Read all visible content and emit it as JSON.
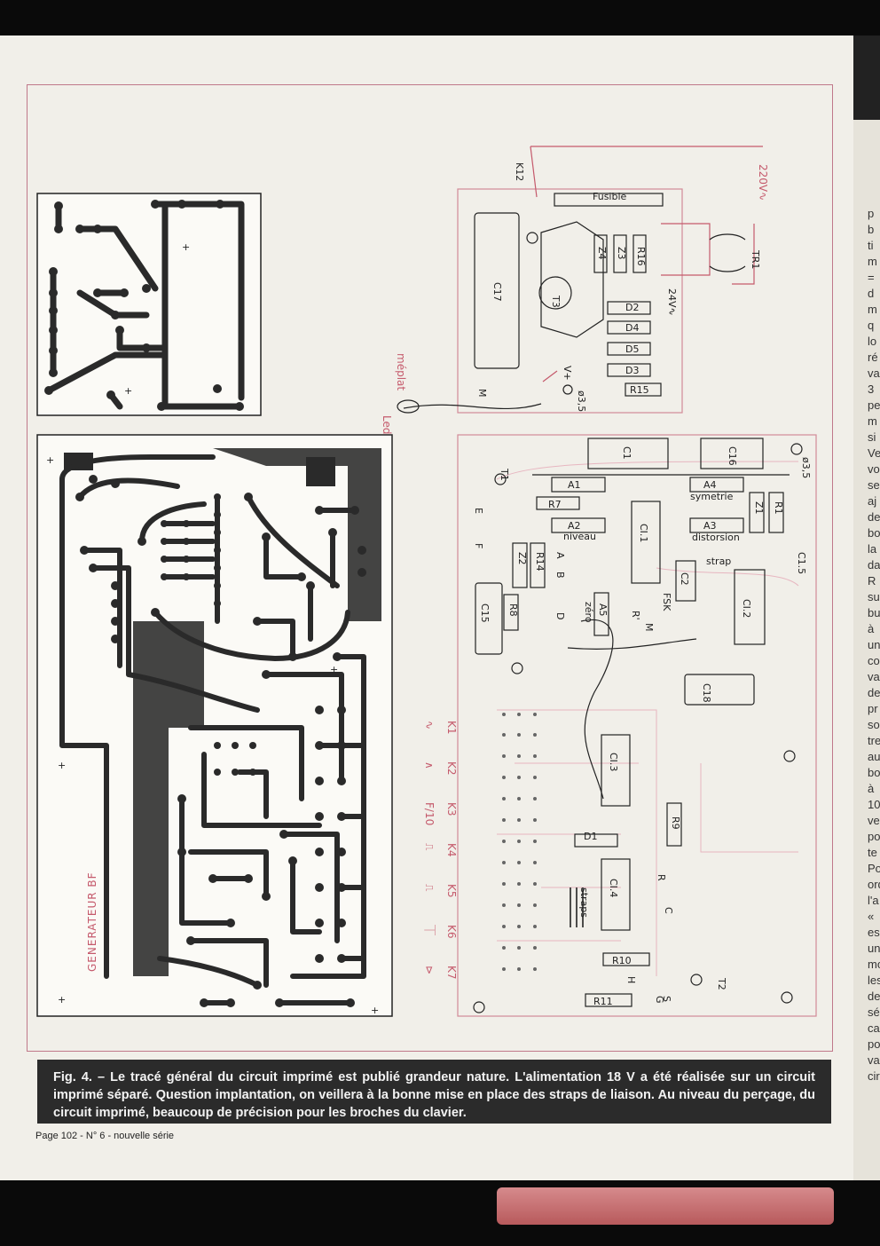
{
  "caption": {
    "text": "Fig. 4. – Le tracé général du circuit imprimé est publié grandeur nature. L'alimentation 18 V a été réalisée sur un circuit imprimé séparé. Question implantation, on veillera à la bonne mise en place des straps de liaison. Au niveau du perçage, du circuit imprimé, beaucoup de précision pour les broches du clavier."
  },
  "footer": {
    "text": "Page 102 - N° 6 - nouvelle série"
  },
  "pcb": {
    "title": "GENERATEUR BF"
  },
  "power_supply": {
    "labels": [
      "K12",
      "220V∿",
      "Fusible",
      "TR1",
      "24V∿",
      "C17",
      "T3",
      "Z4",
      "Z3",
      "R16",
      "D2",
      "D4",
      "D5",
      "D3",
      "R15",
      "Led",
      "méplat",
      "V+",
      "M",
      "ø3,5"
    ]
  },
  "main_board": {
    "labels": [
      "C1",
      "C16",
      "ø3,5",
      "A1",
      "A4",
      "symetrie",
      "R7",
      "Z1",
      "R1",
      "A2",
      "niveau",
      "A3",
      "distorsion",
      "C1.5",
      "Z2",
      "R14",
      "CI.1",
      "C2",
      "CI.2",
      "strap",
      "C15",
      "R8",
      "A5",
      "zéro",
      "R'",
      "FSK",
      "M",
      "CI.3",
      "C18",
      "R9",
      "D1",
      "CI.4",
      "straps",
      "R",
      "C",
      "R10",
      "T2",
      "R11",
      "T1",
      "E",
      "F",
      "A",
      "B",
      "D",
      "G",
      "S",
      "H"
    ]
  },
  "keyboard": {
    "keys": [
      "K1",
      "K2",
      "K3",
      "K4",
      "K5",
      "K6",
      "K7"
    ],
    "symbols": [
      "∿",
      "∧",
      "F/10",
      "⎍",
      "⎍",
      "⏉",
      "⊳"
    ]
  },
  "spine_letters": [
    "p",
    "b",
    "ti",
    "m",
    "=",
    "d",
    "m",
    "q",
    "lo",
    "ré",
    "va",
    "3",
    "pe",
    "m",
    "si",
    "Ve",
    "vo",
    "se",
    "aj",
    "de",
    "bo",
    "la",
    "da",
    "R",
    "su",
    "bu",
    "à",
    "un",
    "co",
    "va",
    "de",
    "pr",
    "so",
    "tre",
    "au",
    "bo",
    "à",
    "10",
    "ve",
    "po",
    "te",
    "Po",
    "ord",
    "l'a",
    "«",
    "es",
    "un",
    "mo",
    "les",
    "de",
    "sé",
    "ca",
    "po",
    "va",
    "cir"
  ]
}
